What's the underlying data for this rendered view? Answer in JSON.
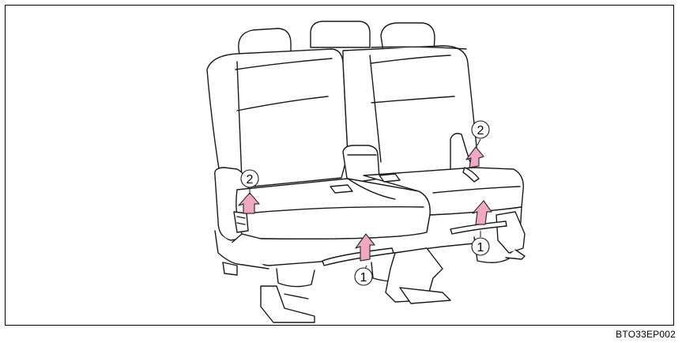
{
  "figure": {
    "code": "BTO33EP002",
    "callouts": [
      {
        "id": "lever-left",
        "label": "1"
      },
      {
        "id": "lever-right",
        "label": "1"
      },
      {
        "id": "release-left",
        "label": "2"
      },
      {
        "id": "release-right",
        "label": "2"
      }
    ]
  },
  "colors": {
    "line": "#1a1a1a",
    "seat_fill": "#ffffff",
    "arrow_fill": "#f2a7c3",
    "arrow_stroke": "#333333",
    "shadow": "#d9d9d9"
  }
}
